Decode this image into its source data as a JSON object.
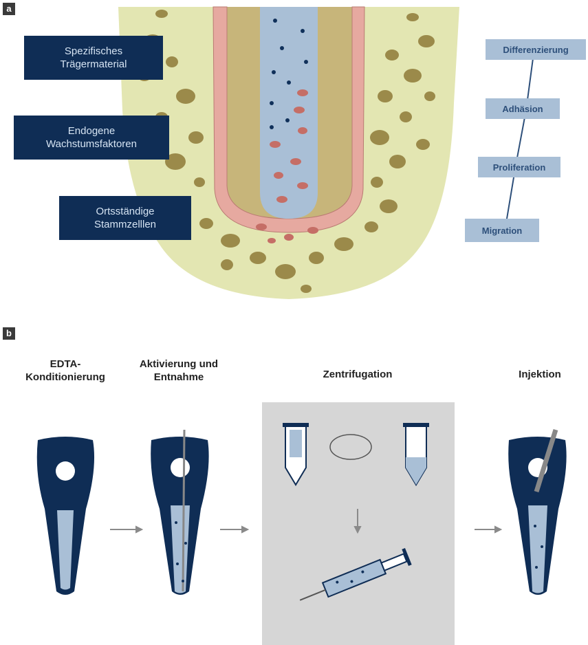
{
  "panel_a": {
    "label": "a",
    "factors": [
      {
        "text": "Spezifisches\nTrägermaterial"
      },
      {
        "text": "Endogene\nWachstumsfaktoren"
      },
      {
        "text": "Ortsständige\nStammzelllen"
      }
    ],
    "stages": [
      "Differenzierung",
      "Adhäsion",
      "Proliferation",
      "Migration"
    ]
  },
  "panel_b": {
    "label": "b",
    "steps": [
      {
        "title": "EDTA-\nKonditionierung"
      },
      {
        "title": "Aktivierung und\nEntnahme"
      },
      {
        "title": "Zentrifugation"
      },
      {
        "title": "Injektion"
      }
    ]
  },
  "colors": {
    "navy": "#0f2d55",
    "light_blue": "#a9bfd6",
    "bone": "#e3e6b2",
    "dentin": "#c7b57a",
    "pink": "#e6a9a0",
    "gray_panel": "#d6d6d6"
  }
}
